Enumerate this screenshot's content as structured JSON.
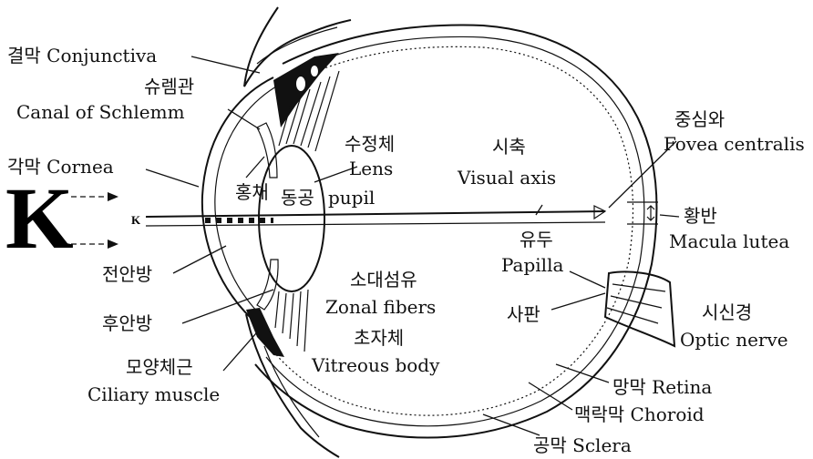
{
  "big_letter": "K",
  "small_letter": "K",
  "labels": {
    "conjunctiva": "결막 Conjunctiva",
    "schlemm_ko": "슈렘관",
    "schlemm_en": "Canal of Schlemm",
    "cornea": "각막 Cornea",
    "iris": "홍채",
    "lens_ko": "수정체",
    "lens_en": "Lens",
    "pupil_ko": "동공",
    "pupil_en": "pupil",
    "visual_axis_ko": "시축",
    "visual_axis_en": "Visual axis",
    "fovea_ko": "중심와",
    "fovea_en": "Fovea centralis",
    "macula_ko": "황반",
    "macula_en": "Macula lutea",
    "papilla_ko": "유두",
    "papilla_en": "Papilla",
    "anterior_chamber": "전안방",
    "posterior_chamber": "후안방",
    "zonal_ko": "소대섬유",
    "zonal_en": "Zonal fibers",
    "vitreous_ko": "초자체",
    "vitreous_en": "Vitreous body",
    "lamina": "사판",
    "optic_nerve_ko": "시신경",
    "optic_nerve_en": "Optic nerve",
    "ciliary_ko": "모양체근",
    "ciliary_en": "Ciliary muscle",
    "retina": "망막 Retina",
    "choroid": "맥락막 Choroid",
    "sclera": "공막 Sclera"
  }
}
